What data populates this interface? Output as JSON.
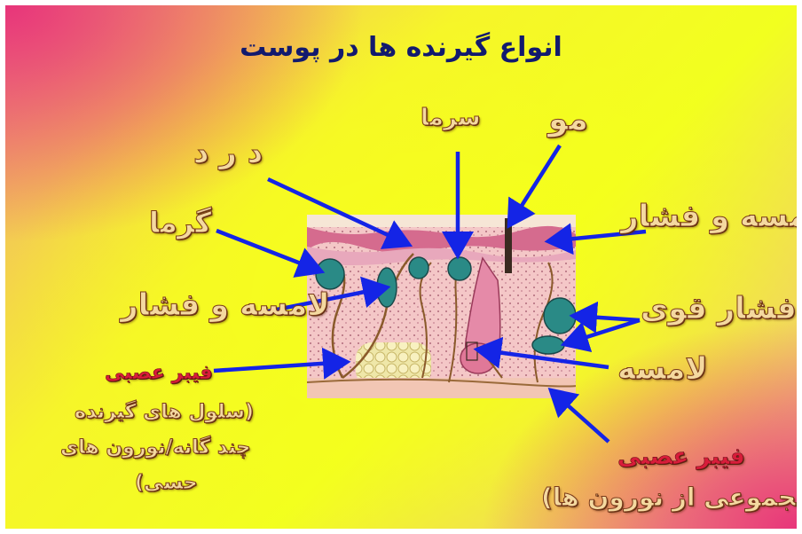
{
  "title": "انواع گیرنده ها در پوست",
  "labels": {
    "pain": "د ر د",
    "cold": "سرما",
    "hair": "مو",
    "heat": "گرما",
    "touch_pressure_left": "لامسه و فشار",
    "touch_pressure_right": "لامسه و فشار",
    "strong_pressure": "فشار قوی",
    "touch": "لامسه",
    "nerve_fiber_left": "فیبر عصبی",
    "nerve_fiber_left_line1": "(سلول های گیرنده",
    "nerve_fiber_left_line2": "چند گانه/نورون های",
    "nerve_fiber_left_line3": "حسی)",
    "nerve_fiber_right": "فیبر عصبی",
    "nerve_fiber_right_line2": "(مجموعی از نورون ها)"
  },
  "colors": {
    "arrow": "#1424e6",
    "title": "#121a6e",
    "label_fill": "#f4d9a0",
    "label_outline": "#7a3a1a",
    "nerve_fiber_word": "#d81d3a"
  },
  "image": "skin-cross-section-illustration"
}
